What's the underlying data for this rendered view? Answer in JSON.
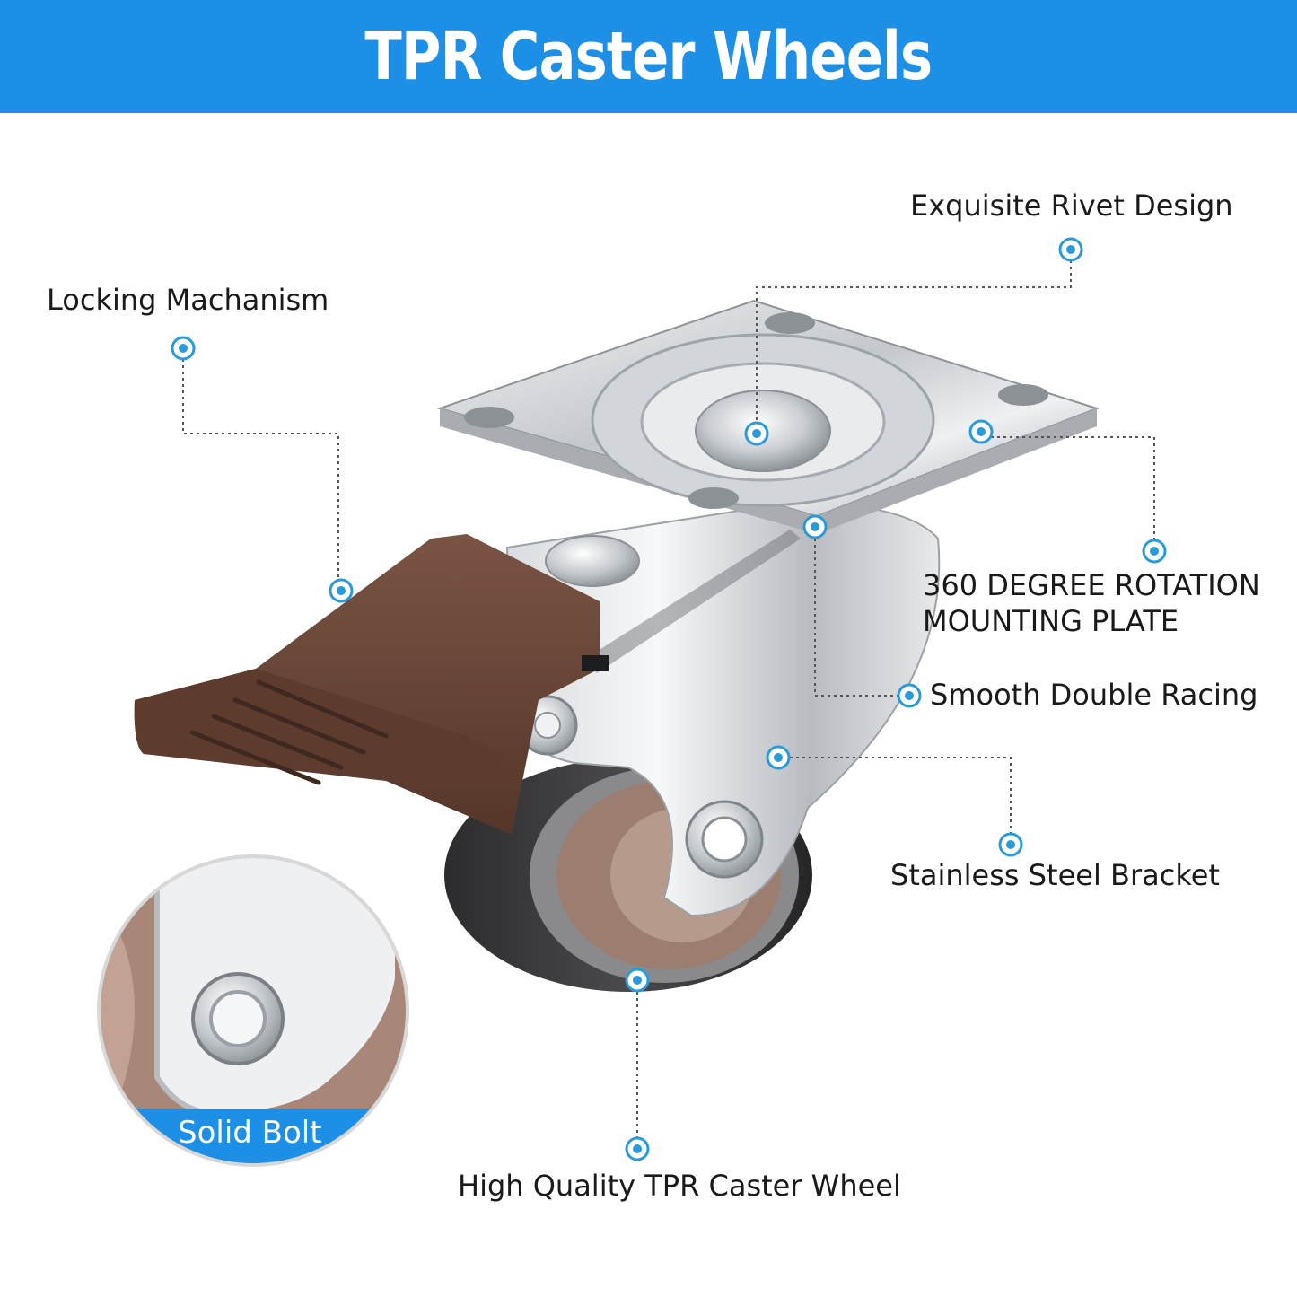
{
  "banner": {
    "title": "TPR Caster Wheels",
    "background_color": "#1e8fe6"
  },
  "callouts": {
    "locking_mechanism": "Locking Machanism",
    "rivet_design": "Exquisite Rivet Design",
    "rotation_plate_line1": "360 DEGREE ROTATION",
    "rotation_plate_line2": "MOUNTING PLATE",
    "double_racing": "Smooth Double Racing",
    "steel_bracket": "Stainless Steel Bracket",
    "caster_wheel": "High Quality TPR Caster Wheel"
  },
  "inset": {
    "badge_label": "Solid Bolt"
  },
  "colors": {
    "accent": "#1e8fe6",
    "marker": "#2a9ad8",
    "brake_pedal": "#6e4a3a",
    "steel": "#c9ccd0",
    "wheel_tire": "#3a3a3c",
    "wheel_hub": "#9a7a6c"
  }
}
